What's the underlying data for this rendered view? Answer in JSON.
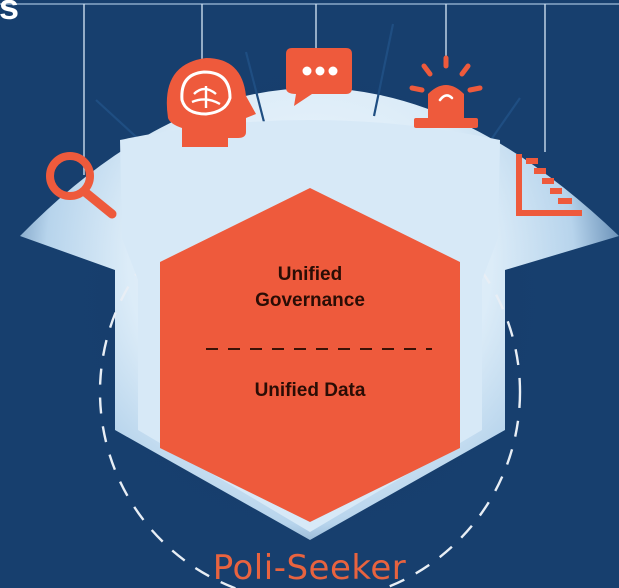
{
  "header": {
    "cropped_title_fragment": "s"
  },
  "hexagon": {
    "top_label": "Unified\nGovernance",
    "bottom_label": "Unified Data"
  },
  "product_name": "Poli-Seeker",
  "icons": [
    "search-icon",
    "brain-head-icon",
    "chat-bubble-icon",
    "alarm-siren-icon",
    "staircase-chart-icon"
  ],
  "colors": {
    "background": "#173f6e",
    "accent": "#ee5a3c",
    "panel": "#d7e9f7",
    "dashes": "#e8eef5"
  }
}
